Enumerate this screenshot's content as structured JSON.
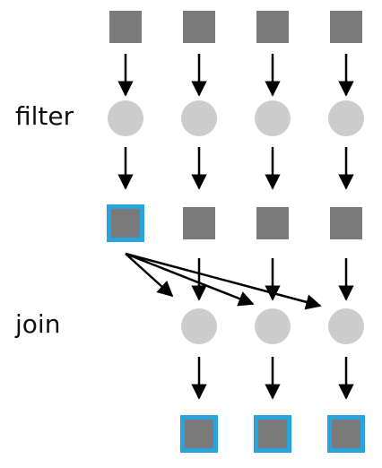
{
  "stages": {
    "filter_label": "filter",
    "join_label": "join"
  },
  "colors": {
    "square_fill": "#7a7a7a",
    "circle_fill": "#cccccc",
    "highlight": "#2aa3dc",
    "arrow": "#000000"
  },
  "shapes": {
    "square-icon": "gray square (data record)",
    "circle-icon": "light gray circle (operation)"
  }
}
